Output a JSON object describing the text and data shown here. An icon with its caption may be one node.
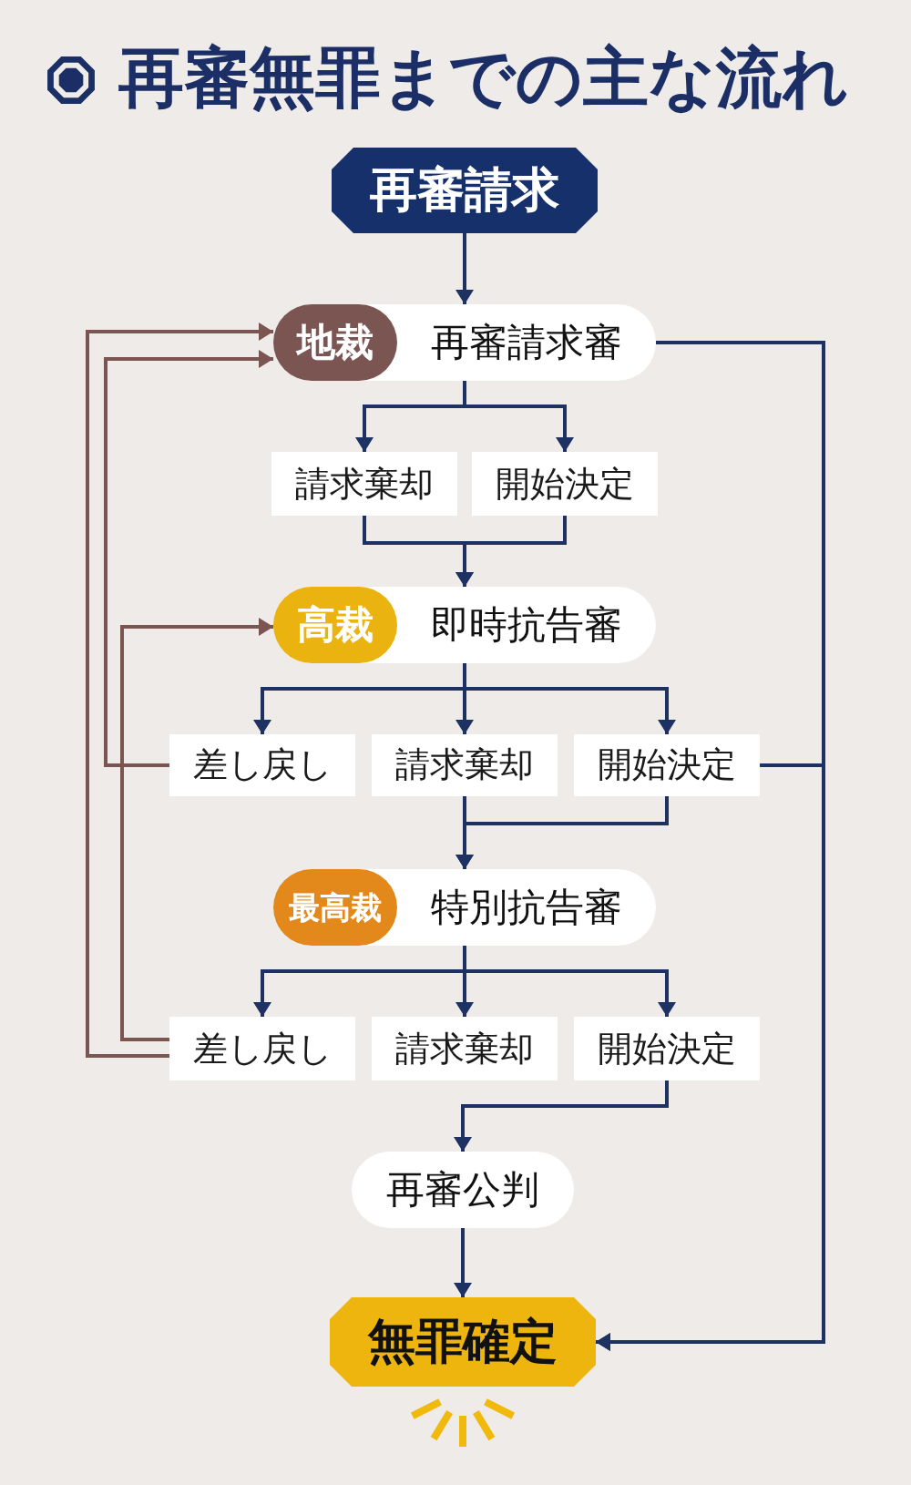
{
  "diagram": {
    "title": "再審無罪までの主な流れ",
    "nodes": [
      {
        "text": [
          "再審請求"
        ]
      },
      {
        "text": [
          "再審請求審"
        ]
      },
      {
        "text": [
          "地裁"
        ],
        "in": 1
      },
      {
        "text": [
          "請求棄却"
        ]
      },
      {
        "text": [
          "開始決定"
        ]
      },
      {
        "text": [
          "即時抗告審"
        ]
      },
      {
        "text": [
          "高裁"
        ],
        "in": 5
      },
      {
        "text": [
          "差し戻し"
        ]
      },
      {
        "text": [
          "請求棄却"
        ]
      },
      {
        "text": [
          "開始決定"
        ]
      },
      {
        "text": [
          "特別抗告審"
        ]
      },
      {
        "text": [
          "最高裁"
        ],
        "in": 10
      },
      {
        "text": [
          "差し戻し"
        ]
      },
      {
        "text": [
          "請求棄却"
        ]
      },
      {
        "text": [
          "開始決定"
        ]
      },
      {
        "text": [
          "再審公判"
        ]
      },
      {
        "text": [
          "無罪確定"
        ]
      }
    ],
    "edges": [
      {
        "from": 0,
        "to": 1,
        "arrow": "to"
      },
      {
        "from": 1,
        "to": 3,
        "arrow": "to"
      },
      {
        "from": 1,
        "to": 4,
        "arrow": "to"
      },
      {
        "from": 3,
        "to": 5,
        "arrow": "to"
      },
      {
        "from": 4,
        "to": 5,
        "arrow": "to"
      },
      {
        "from": 5,
        "to": 7,
        "arrow": "to"
      },
      {
        "from": 5,
        "to": 8,
        "arrow": "to"
      },
      {
        "from": 5,
        "to": 9,
        "arrow": "to"
      },
      {
        "from": 7,
        "to": 2,
        "arrow": "to",
        "color": "#7b5552"
      },
      {
        "from": 8,
        "to": 10,
        "arrow": "to"
      },
      {
        "from": 9,
        "to": 10,
        "arrow": "to"
      },
      {
        "from": 10,
        "to": 12,
        "arrow": "to"
      },
      {
        "from": 10,
        "to": 13,
        "arrow": "to"
      },
      {
        "from": 10,
        "to": 14,
        "arrow": "to"
      },
      {
        "from": 12,
        "to": 6,
        "arrow": "to",
        "color": "#7b5552"
      },
      {
        "from": 12,
        "to": 2,
        "arrow": "to",
        "color": "#7b5552"
      },
      {
        "from": 14,
        "to": 15,
        "arrow": "to"
      },
      {
        "from": 15,
        "to": 16,
        "arrow": "to"
      },
      {
        "from": 1,
        "to": 16,
        "arrow": "to"
      },
      {
        "from": 9,
        "to": 16,
        "arrow": "to"
      }
    ]
  }
}
